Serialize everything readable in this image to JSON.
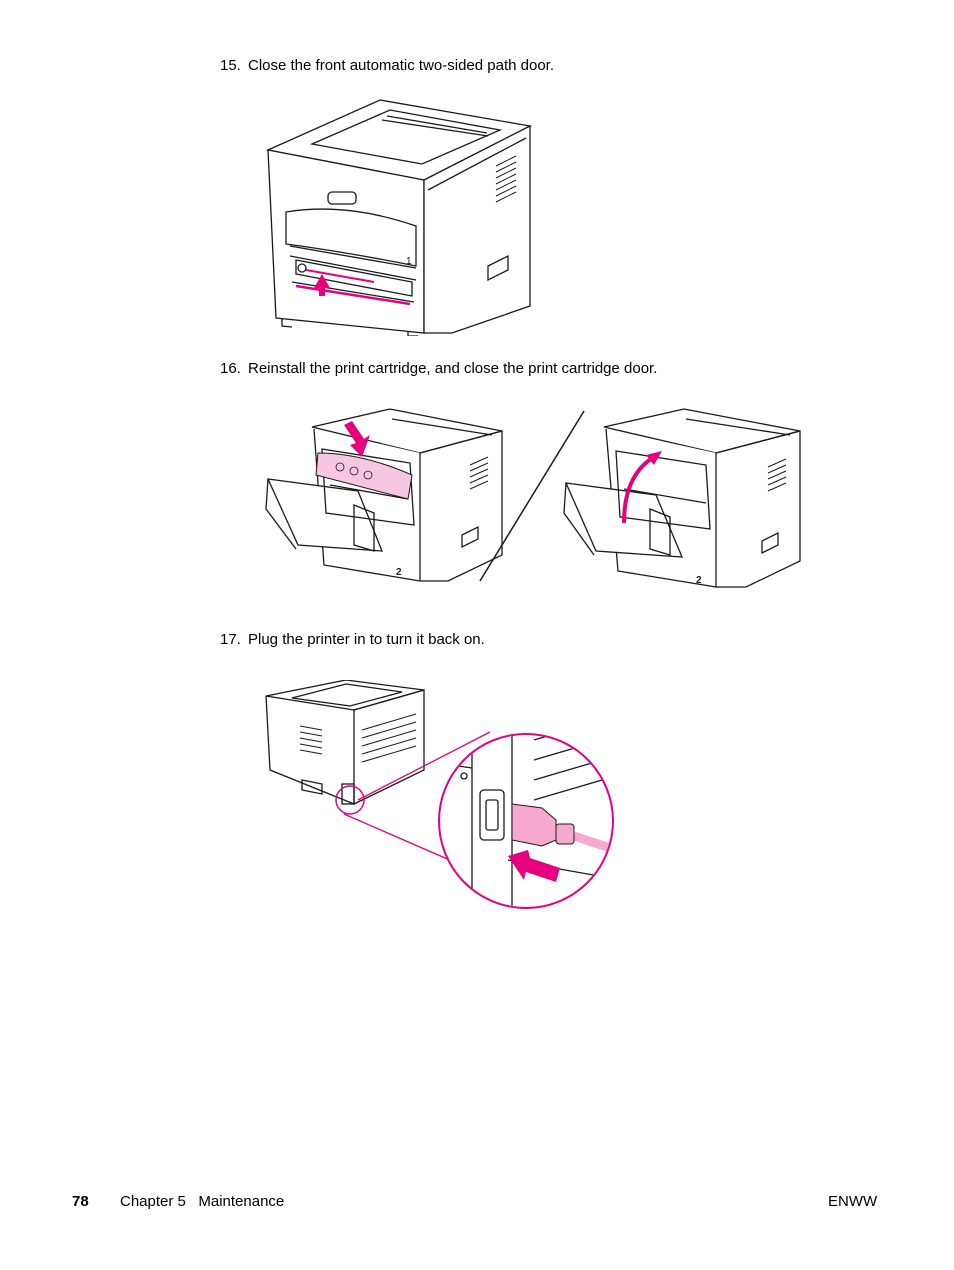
{
  "steps": [
    {
      "number": "15.",
      "text": "Close the front automatic two-sided path door."
    },
    {
      "number": "16.",
      "text": "Reinstall the print cartridge, and close the print cartridge door."
    },
    {
      "number": "17.",
      "text": "Plug the printer in to turn it back on."
    }
  ],
  "figures": {
    "door_label": "1",
    "cartridge_label_left": "2",
    "cartridge_label_right": "2"
  },
  "colors": {
    "accent": "#e6007e",
    "cartridge": "#f7c6e0",
    "line": "#1a1a1a"
  },
  "footer": {
    "page_number": "78",
    "chapter": "Chapter 5   Maintenance",
    "right": "ENWW"
  }
}
